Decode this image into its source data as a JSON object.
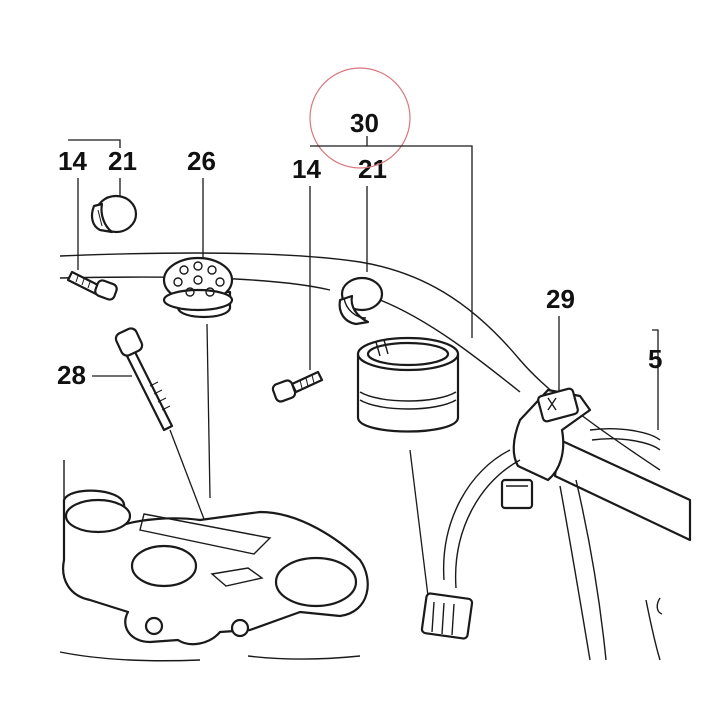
{
  "diagram": {
    "labels": {
      "l14a": "14",
      "l21a": "21",
      "l26": "26",
      "l30": "30",
      "l14b": "14",
      "l21b": "21",
      "l29": "29",
      "l28": "28",
      "l5": "5"
    },
    "highlight_color": "#d9777e",
    "line_color": "#1a1a1a"
  }
}
